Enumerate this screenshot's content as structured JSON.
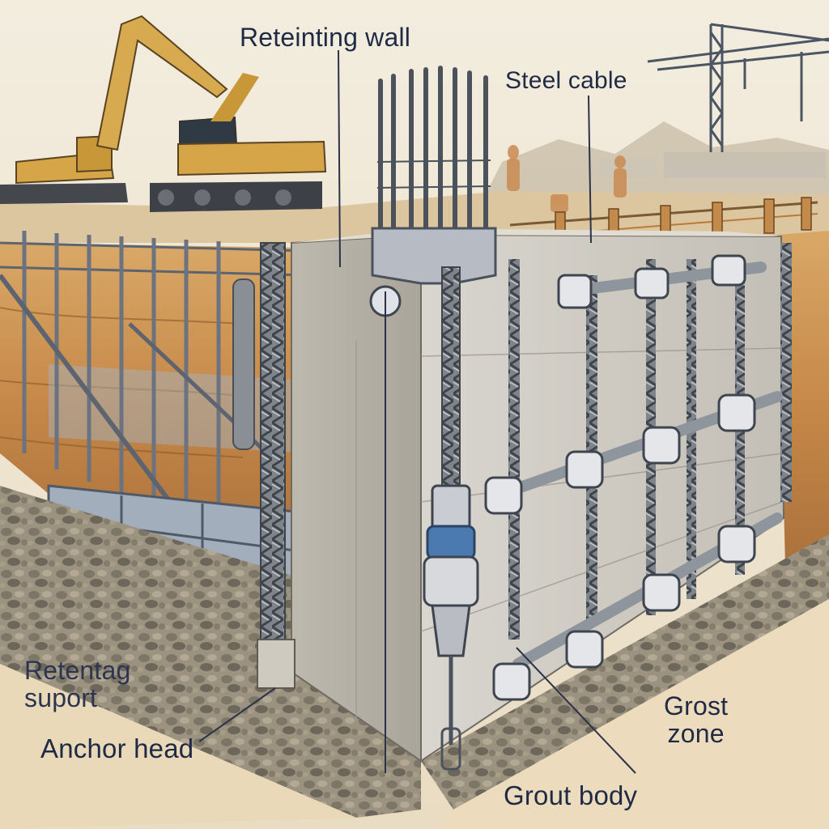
{
  "diagram": {
    "labels": {
      "retaining_wall": "Reteinting wall",
      "steel_cable": "Steel cable",
      "retention_support_line1": "Retentag",
      "retention_support_line2": "suport",
      "anchor_head": "Anchor head",
      "grost_zone_line1": "Grost",
      "grost_zone_line2": "zone",
      "grout_body": "Grout body"
    },
    "colors": {
      "sky": "#f1ead9",
      "soil": "#c98d4f",
      "concrete": "#cfcbc2",
      "gravel": "#8d8577",
      "steel": "#6f7680",
      "excavator": "#d6a548",
      "label_ink": "#1f2a44"
    }
  }
}
